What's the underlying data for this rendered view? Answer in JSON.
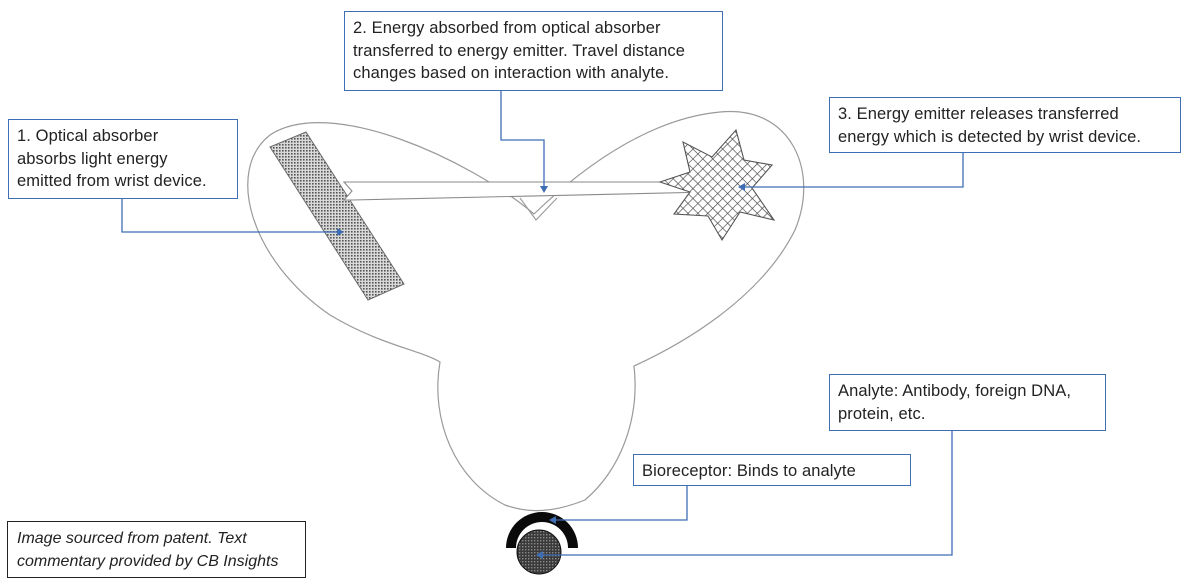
{
  "callouts": {
    "absorber": "1. Optical absorber\nabsorbs light energy\nemitted from wrist device.",
    "transfer": "2. Energy absorbed from optical absorber\ntransferred to energy emitter. Travel distance\nchanges based on interaction with analyte.",
    "emitter": "3. Energy emitter releases transferred\nenergy which is detected by wrist device.",
    "analyte": "Analyte: Antibody, foreign DNA,\nprotein, etc.",
    "bioreceptor": "Bioreceptor: Binds to analyte"
  },
  "source_note": "Image sourced from patent. Text\ncommentary provided by CB Insights",
  "colors": {
    "leader": "#3f6eb5",
    "outline": "#9a9a9a",
    "hatch": "#555555"
  }
}
